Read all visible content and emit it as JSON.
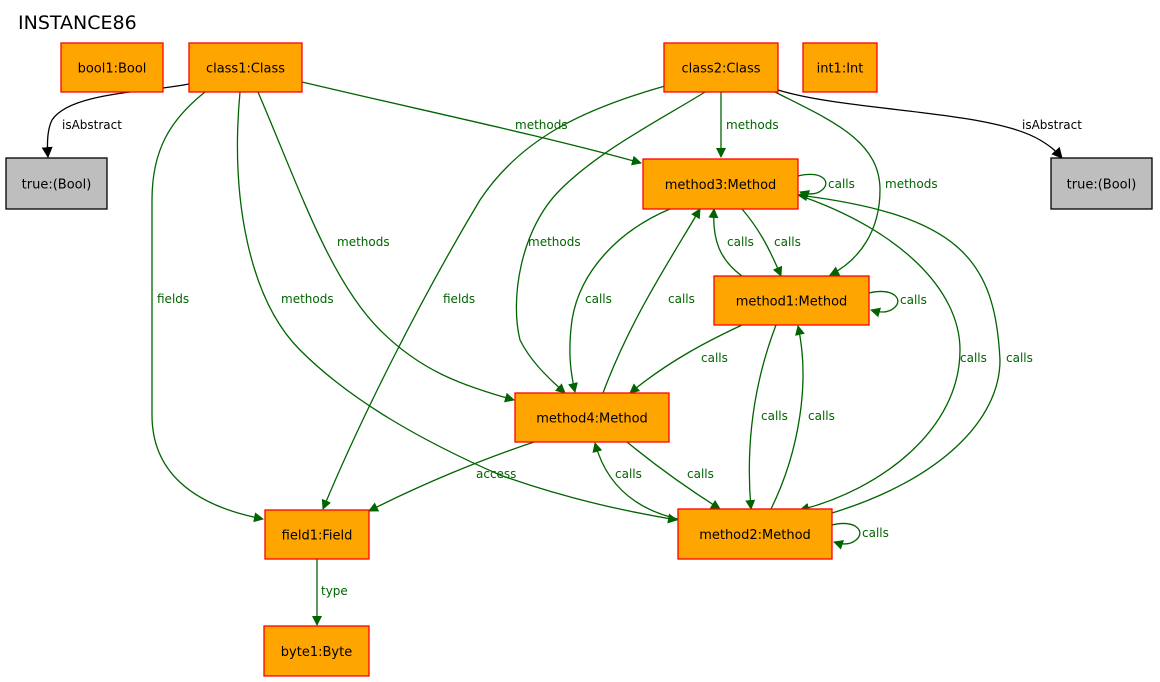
{
  "title": "INSTANCE86",
  "colors": {
    "object_fill": "#FFA500",
    "object_stroke": "#FF0000",
    "value_fill": "#BEBEBE",
    "value_stroke": "#000000",
    "edge_green": "#006400",
    "edge_black": "#000000"
  },
  "nodes": {
    "bool1": "bool1:Bool",
    "class1": "class1:Class",
    "class2": "class2:Class",
    "int1": "int1:Int",
    "true1": "true:(Bool)",
    "true2": "true:(Bool)",
    "method3": "method3:Method",
    "method1": "method1:Method",
    "method4": "method4:Method",
    "field1": "field1:Field",
    "method2": "method2:Method",
    "byte1": "byte1:Byte"
  },
  "edges": [
    {
      "id": "e1",
      "from": "class1",
      "to": "true1",
      "label": "isAbstract",
      "color": "black"
    },
    {
      "id": "e2",
      "from": "class1",
      "to": "method3",
      "label": "methods",
      "color": "green"
    },
    {
      "id": "e3",
      "from": "class1",
      "to": "field1",
      "label": "fields",
      "color": "green"
    },
    {
      "id": "e4",
      "from": "class1",
      "to": "method4",
      "label": "methods",
      "color": "green"
    },
    {
      "id": "e5",
      "from": "class1",
      "to": "method2",
      "label": "methods",
      "color": "green"
    },
    {
      "id": "e6",
      "from": "class2",
      "to": "method3",
      "label": "methods",
      "color": "green"
    },
    {
      "id": "e7",
      "from": "class2",
      "to": "true2",
      "label": "isAbstract",
      "color": "black"
    },
    {
      "id": "e8",
      "from": "class2",
      "to": "method1",
      "label": "methods",
      "color": "green"
    },
    {
      "id": "e9",
      "from": "class2",
      "to": "method4",
      "label": "methods",
      "color": "green"
    },
    {
      "id": "e10",
      "from": "class2",
      "to": "field1",
      "label": "fields",
      "color": "green"
    },
    {
      "id": "e11",
      "from": "method3",
      "to": "method3",
      "label": "calls",
      "color": "green"
    },
    {
      "id": "e12",
      "from": "method3",
      "to": "method1",
      "label": "calls",
      "color": "green"
    },
    {
      "id": "e13",
      "from": "method1",
      "to": "method3",
      "label": "calls",
      "color": "green"
    },
    {
      "id": "e14",
      "from": "method3",
      "to": "method4",
      "label": "calls",
      "color": "green"
    },
    {
      "id": "e15",
      "from": "method4",
      "to": "method3",
      "label": "calls",
      "color": "green"
    },
    {
      "id": "e16",
      "from": "method1",
      "to": "method1",
      "label": "calls",
      "color": "green"
    },
    {
      "id": "e17",
      "from": "method1",
      "to": "method4",
      "label": "calls",
      "color": "green"
    },
    {
      "id": "e18",
      "from": "method1",
      "to": "method2",
      "label": "calls",
      "color": "green"
    },
    {
      "id": "e19",
      "from": "method2",
      "to": "method1",
      "label": "calls",
      "color": "green"
    },
    {
      "id": "e20",
      "from": "method3",
      "to": "method2",
      "label": "calls",
      "color": "green"
    },
    {
      "id": "e21",
      "from": "method2",
      "to": "method3",
      "label": "calls",
      "color": "green"
    },
    {
      "id": "e22",
      "from": "method4",
      "to": "field1",
      "label": "access",
      "color": "green"
    },
    {
      "id": "e23",
      "from": "method4",
      "to": "method2",
      "label": "calls",
      "color": "green"
    },
    {
      "id": "e24",
      "from": "method2",
      "to": "method4",
      "label": "calls",
      "color": "green"
    },
    {
      "id": "e25",
      "from": "method2",
      "to": "method2",
      "label": "calls",
      "color": "green"
    },
    {
      "id": "e26",
      "from": "field1",
      "to": "byte1",
      "label": "type",
      "color": "green"
    }
  ]
}
